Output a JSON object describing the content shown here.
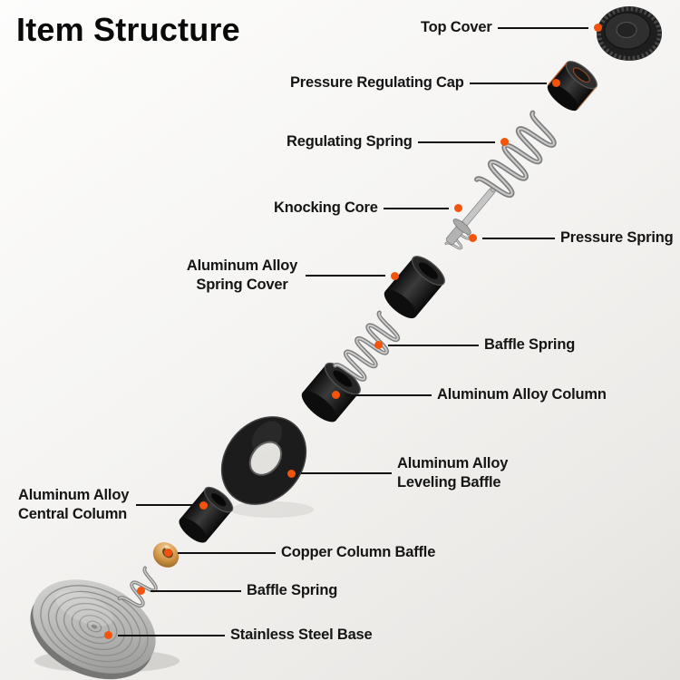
{
  "page": {
    "title": "Item Structure"
  },
  "accent": "#f4530c",
  "callouts": [
    {
      "id": "top-cover",
      "text": "Top Cover"
    },
    {
      "id": "pressure-regulating-cap",
      "text": "Pressure Regulating Cap"
    },
    {
      "id": "regulating-spring",
      "text": "Regulating Spring"
    },
    {
      "id": "knocking-core",
      "text": "Knocking Core"
    },
    {
      "id": "pressure-spring",
      "text": "Pressure Spring"
    },
    {
      "id": "aluminum-alloy-spring-cover",
      "text": "Aluminum Alloy Spring Cover"
    },
    {
      "id": "baffle-spring-upper",
      "text": "Baffle Spring"
    },
    {
      "id": "aluminum-alloy-column",
      "text": "Aluminum Alloy Column"
    },
    {
      "id": "aluminum-alloy-leveling-baffle",
      "text": "Aluminum Alloy Leveling Baffle"
    },
    {
      "id": "aluminum-alloy-central-column",
      "text": "Aluminum Alloy Central Column"
    },
    {
      "id": "copper-column-baffle",
      "text": "Copper Column Baffle"
    },
    {
      "id": "baffle-spring-lower",
      "text": "Baffle Spring"
    },
    {
      "id": "stainless-steel-base",
      "text": "Stainless Steel Base"
    }
  ]
}
